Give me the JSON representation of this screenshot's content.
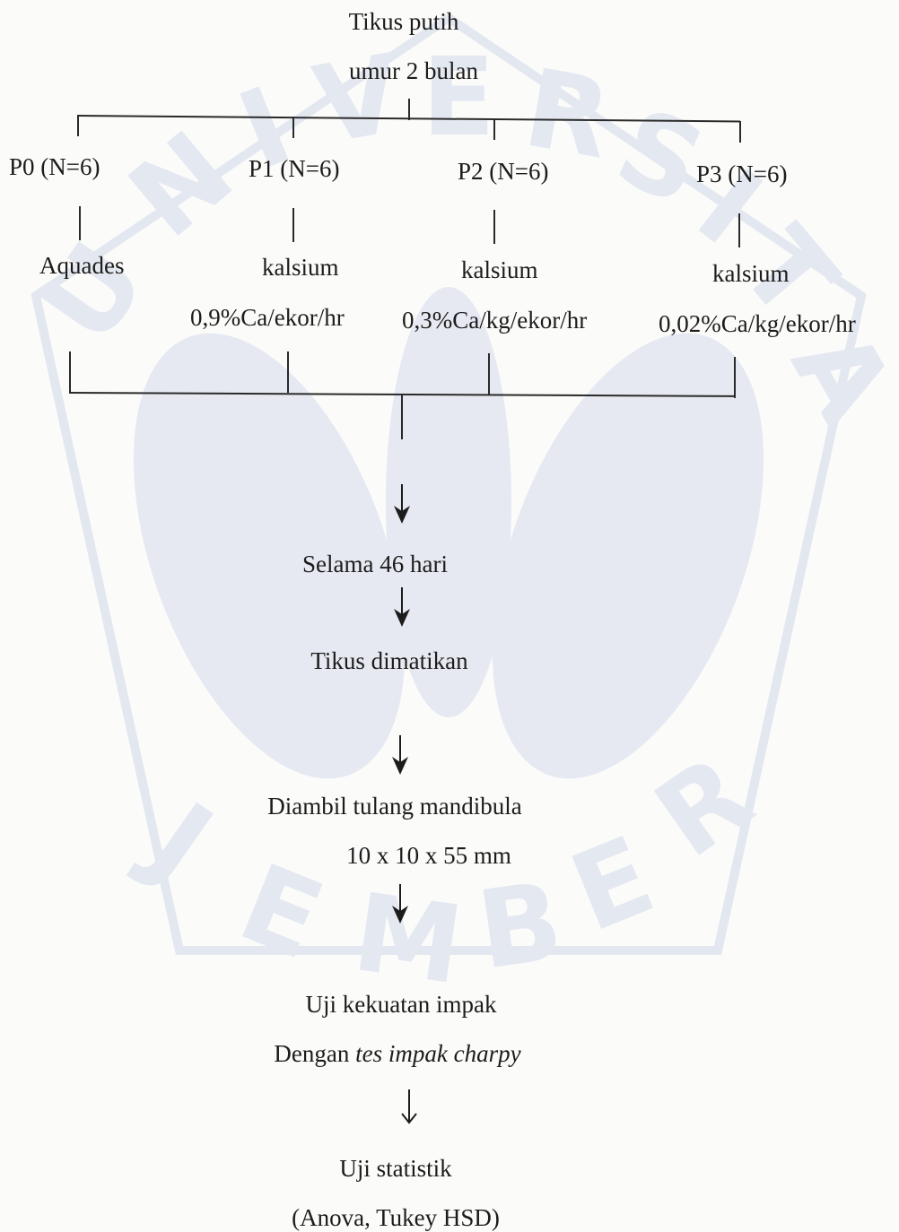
{
  "watermark": {
    "text": "UNIVERSITAS JEMBER",
    "color": "#dfe3ee"
  },
  "diagram": {
    "root_line1": "Tikus putih",
    "root_line2": "umur 2 bulan",
    "groups": [
      {
        "label": "P0 (N=6)",
        "treatment": "Aquades",
        "dose": ""
      },
      {
        "label": "P1 (N=6)",
        "treatment": "kalsium",
        "dose": "0,9%Ca/ekor/hr"
      },
      {
        "label": "P2 (N=6)",
        "treatment": "kalsium",
        "dose": "0,3%Ca/kg/ekor/hr"
      },
      {
        "label": "P3 (N=6)",
        "treatment": "kalsium",
        "dose": "0,02%Ca/kg/ekor/hr"
      }
    ],
    "step1": "Selama 46 hari",
    "step2": "Tikus dimatikan",
    "step3_line1": "Diambil tulang mandibula",
    "step3_line2": "10 x 10 x 55 mm",
    "step4_line1": "Uji kekuatan impak",
    "step4_line2_prefix": "Dengan ",
    "step4_line2_italic": "tes impak charpy",
    "step5_line1": "Uji statistik",
    "step5_line2": "(Anova, Tukey HSD)"
  }
}
